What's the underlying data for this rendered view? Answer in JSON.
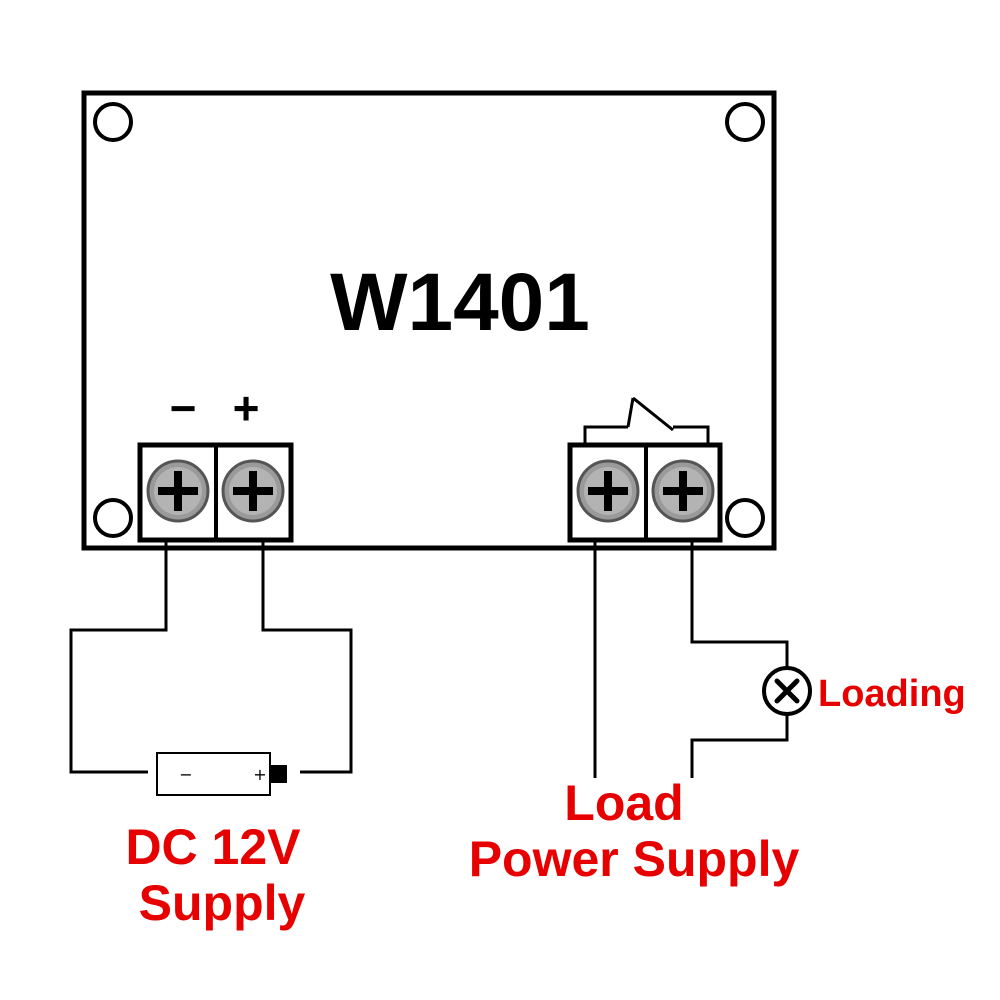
{
  "board": {
    "model": "W1401",
    "polarity_minus": "−",
    "polarity_plus": "+"
  },
  "battery": {
    "minus": "−",
    "plus": "+"
  },
  "labels": {
    "supply_line1": "DC 12V",
    "supply_line2": "Supply",
    "load_line1": "Load",
    "load_line2": "Power Supply",
    "loading": "Loading"
  },
  "colors": {
    "label_red": "#e60000",
    "line": "#000000",
    "screw_fill": "#9a9a9a"
  },
  "icons": {
    "screw": "screw-terminal-icon",
    "relay_switch": "relay-switch-icon",
    "lamp": "lamp-load-icon",
    "battery": "battery-icon"
  }
}
